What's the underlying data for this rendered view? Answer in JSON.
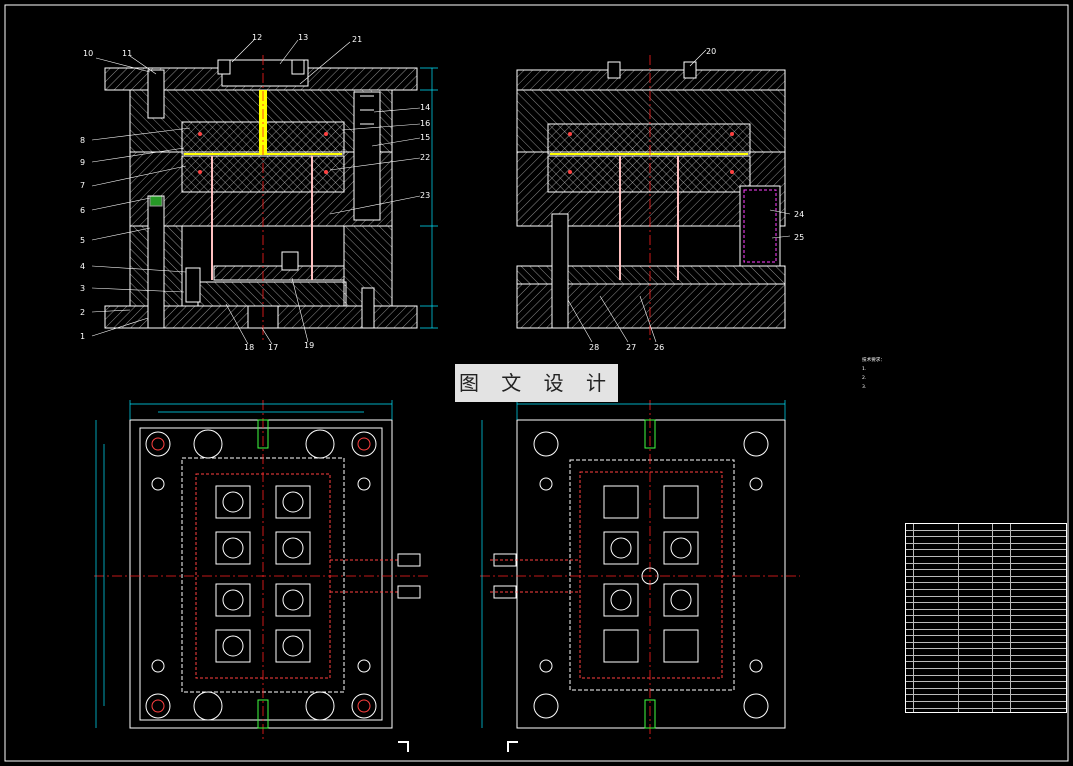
{
  "drawing": {
    "watermark": "图 文 设 计",
    "colors": {
      "background": "#000000",
      "outline": "#ffffff",
      "centerline": "#ff2020",
      "dimension": "#00e5ff",
      "highlight": "#ffff00",
      "magenta": "#ff40ff",
      "green": "#40ff40"
    },
    "callouts_top_left": [
      "10",
      "11",
      "12",
      "13",
      "21",
      "8",
      "9",
      "7",
      "6",
      "5",
      "4",
      "3",
      "2",
      "1",
      "14",
      "16",
      "15",
      "22",
      "23",
      "18",
      "17",
      "19"
    ],
    "callouts_top_right": [
      "20",
      "24",
      "25",
      "28",
      "27",
      "26"
    ],
    "notes": [
      "技术要求：",
      "1.",
      "2.",
      "3."
    ],
    "bom_rows": 30,
    "title_block": {
      "title": "",
      "subtitle": ""
    }
  }
}
